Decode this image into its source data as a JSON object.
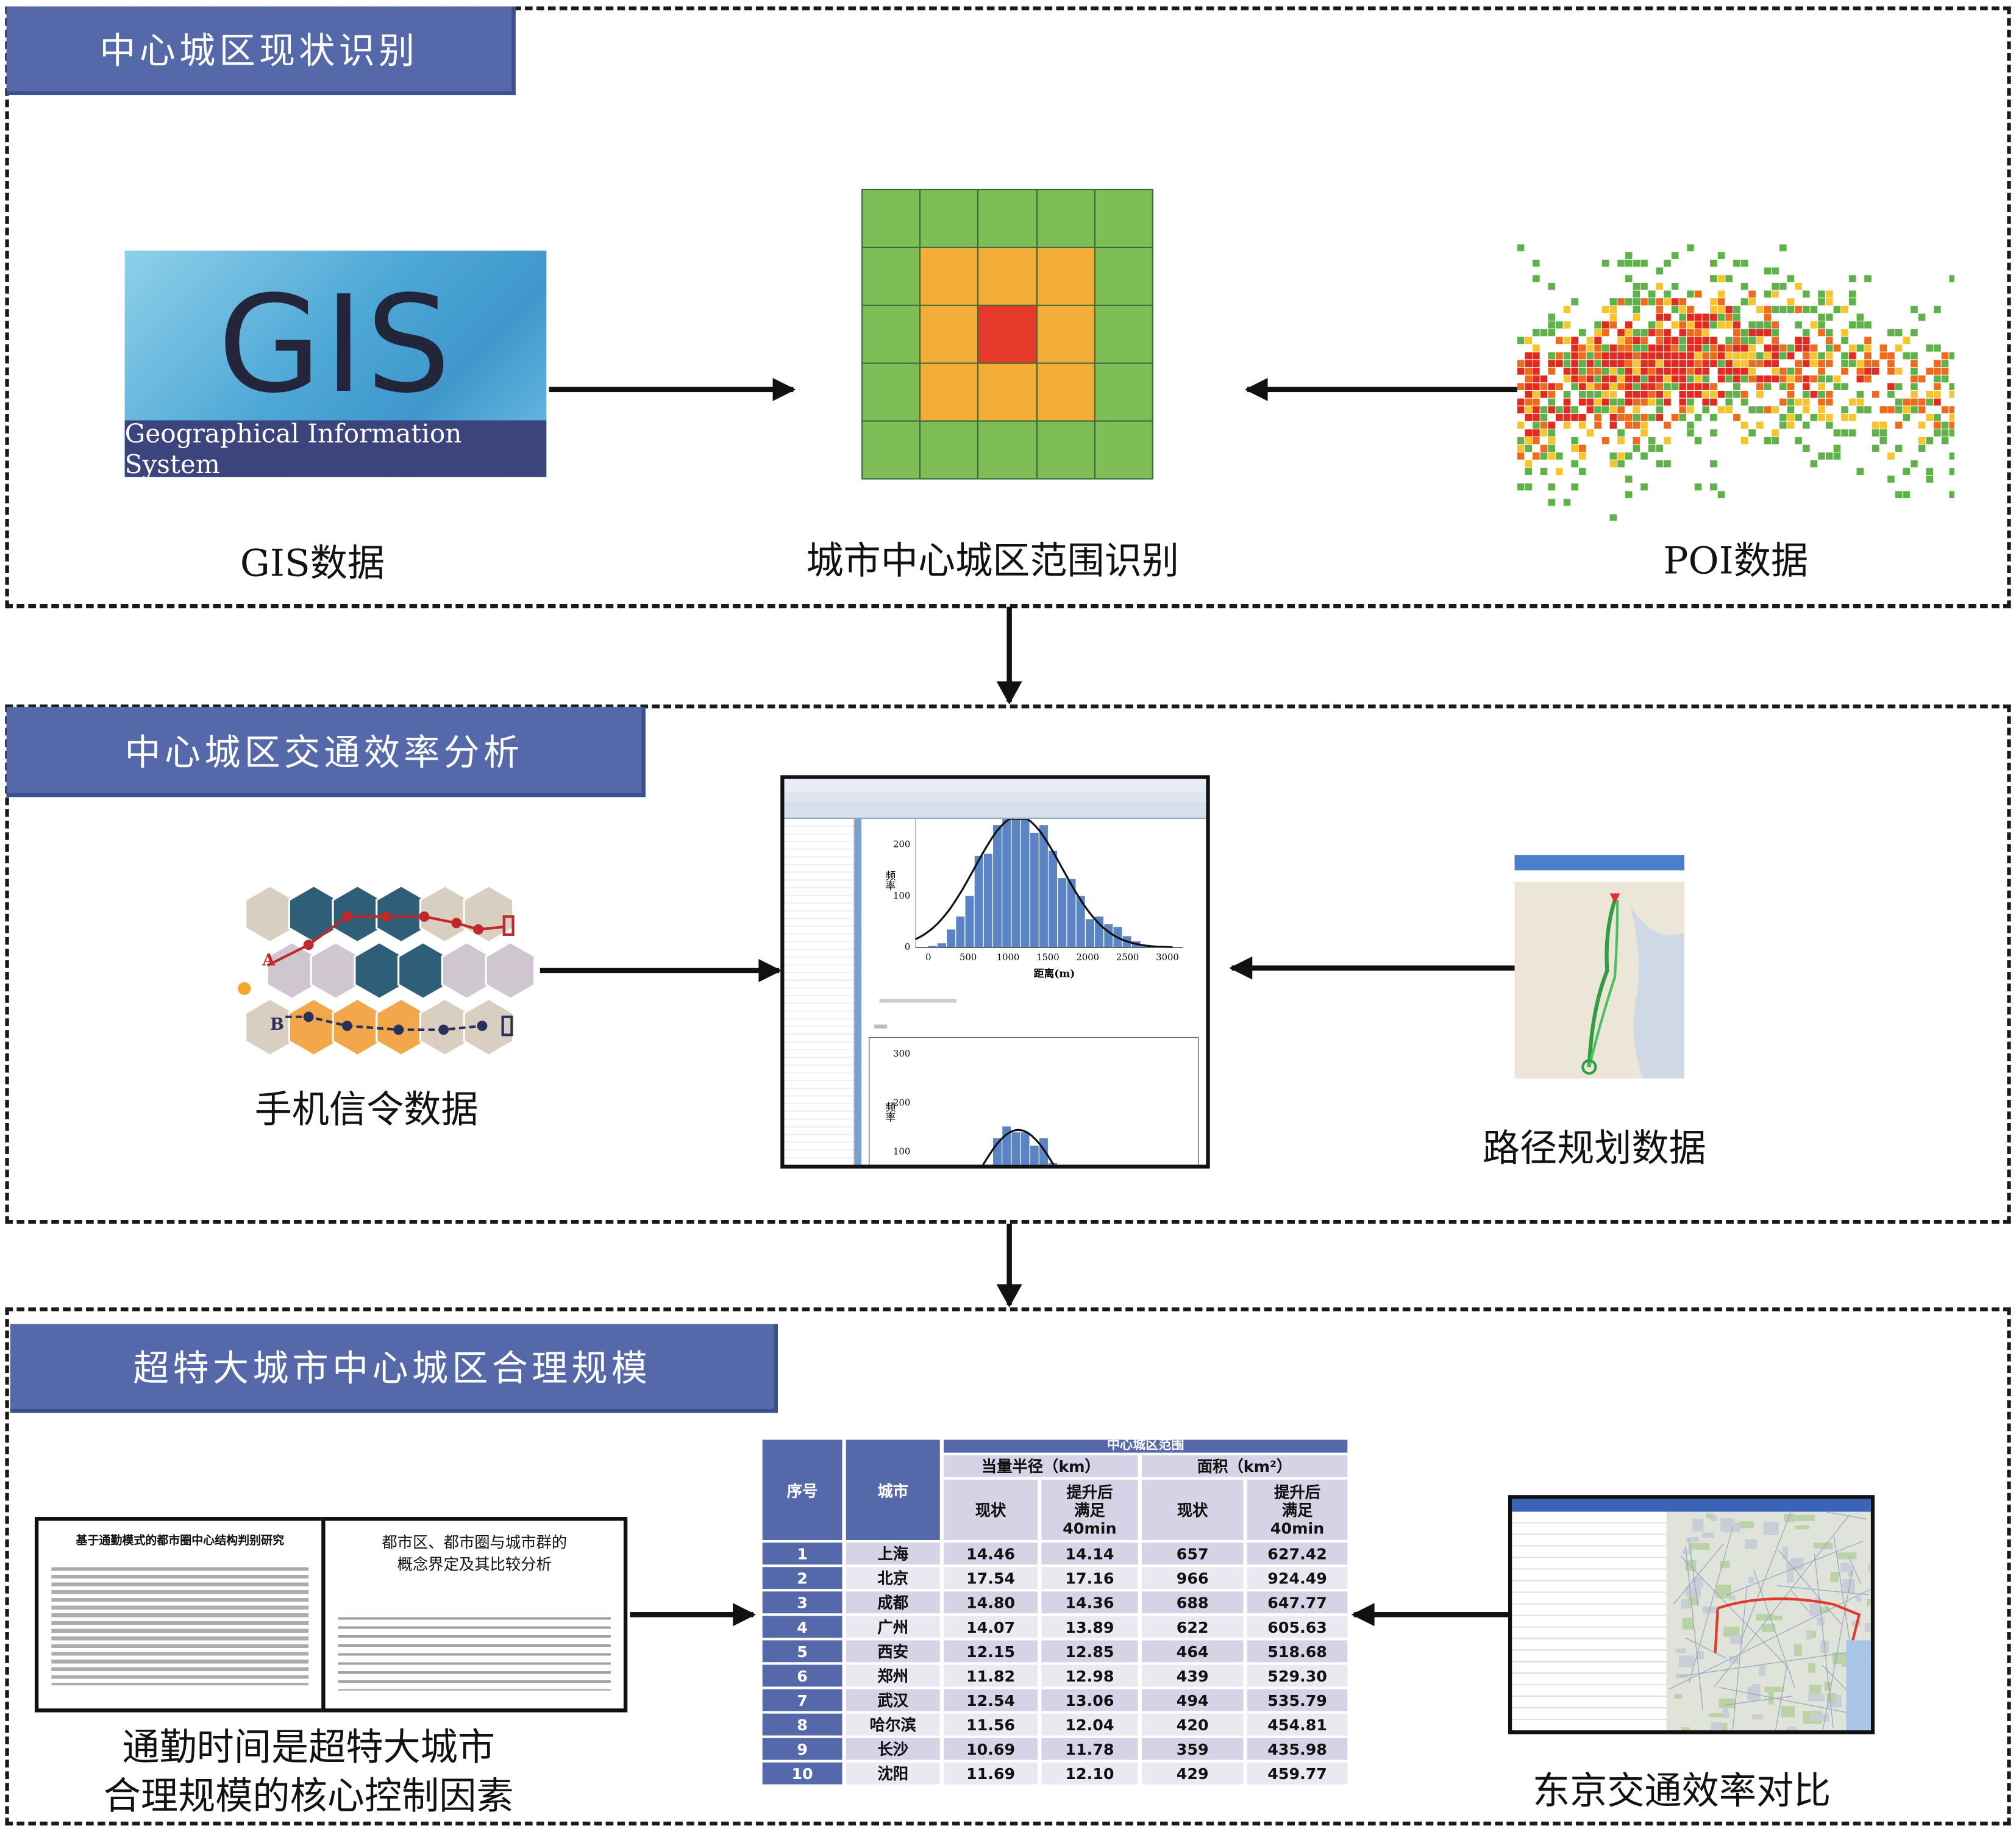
{
  "section1": {
    "title": "中心城区现状识别",
    "gis": {
      "logo": "GIS",
      "subtitle": "Geographical Information System",
      "label": "GIS数据"
    },
    "center_label": "城市中心城区范围识别",
    "poi_label": "POI数据",
    "grid_colors": {
      "outer": "#7fbd57",
      "ring": "#f3ae3a",
      "core": "#e53a2b"
    }
  },
  "section2": {
    "title": "中心城区交通效率分析",
    "signal_label": "手机信令数据",
    "signal_points": [
      "A",
      "B"
    ],
    "route_label": "路径规划数据",
    "spss": {
      "y_label": "频率",
      "x_label": "距离(m)",
      "y_ticks_top": [
        "200",
        "100",
        "0"
      ],
      "x_ticks": [
        "0",
        "500",
        "1000",
        "1500",
        "2000",
        "2500",
        "3000"
      ],
      "y_ticks_bottom": [
        "300",
        "200",
        "100"
      ],
      "histogram": [
        3,
        8,
        35,
        60,
        100,
        178,
        182,
        238,
        262,
        250,
        250,
        223,
        238,
        188,
        135,
        133,
        100,
        55,
        60,
        45,
        40,
        22,
        12,
        5,
        2
      ]
    }
  },
  "section3": {
    "title": "超特大城市中心城区合理规模",
    "docs": {
      "paper1_title": "基于通勤模式的都市圈中心结构判别研究",
      "paper2_title": "都市区、都市圈与城市群的概念界定及其比较分析"
    },
    "docs_label_line1": "通勤时间是超特大城市",
    "docs_label_line2": "合理规模的核心控制因素",
    "tokyo_label": "东京交通效率对比",
    "table": {
      "group_header": "中心城区范围",
      "col_index": "序号",
      "col_city": "城市",
      "radius_header": "当量半径（km）",
      "area_header": "面积（km²）",
      "sub_current": "现状",
      "sub_improved": [
        "提升后",
        "满足",
        "40min"
      ],
      "rows": [
        [
          "1",
          "上海",
          "14.46",
          "14.14",
          "657",
          "627.42"
        ],
        [
          "2",
          "北京",
          "17.54",
          "17.16",
          "966",
          "924.49"
        ],
        [
          "3",
          "成都",
          "14.80",
          "14.36",
          "688",
          "647.77"
        ],
        [
          "4",
          "广州",
          "14.07",
          "13.89",
          "622",
          "605.63"
        ],
        [
          "5",
          "西安",
          "12.15",
          "12.85",
          "464",
          "518.68"
        ],
        [
          "6",
          "郑州",
          "11.82",
          "12.98",
          "439",
          "529.30"
        ],
        [
          "7",
          "武汉",
          "12.54",
          "13.06",
          "494",
          "535.79"
        ],
        [
          "8",
          "哈尔滨",
          "11.56",
          "12.04",
          "420",
          "454.81"
        ],
        [
          "9",
          "长沙",
          "10.69",
          "11.78",
          "359",
          "435.98"
        ],
        [
          "10",
          "沈阳",
          "11.69",
          "12.10",
          "429",
          "459.77"
        ]
      ]
    }
  }
}
